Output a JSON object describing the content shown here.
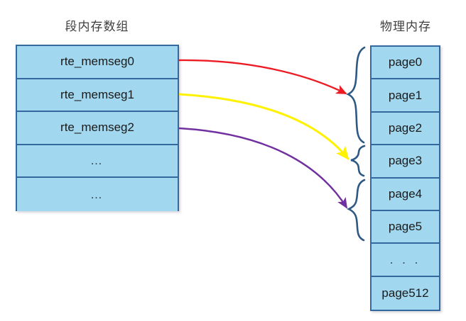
{
  "diagram": {
    "left_title": "段内存数组",
    "right_title": "物理内存",
    "seg_table": {
      "name": "segment-memory-array",
      "rows": [
        {
          "label": "rte_memseg0"
        },
        {
          "label": "rte_memseg1"
        },
        {
          "label": "rte_memseg2"
        },
        {
          "label": "…"
        },
        {
          "label": "…"
        }
      ]
    },
    "page_table": {
      "name": "physical-memory-pages",
      "rows": [
        {
          "label": "page0"
        },
        {
          "label": "page1"
        },
        {
          "label": "page2"
        },
        {
          "label": "page3"
        },
        {
          "label": "page4"
        },
        {
          "label": "page5"
        },
        {
          "label": ". . ."
        },
        {
          "label": "page512"
        }
      ]
    },
    "connectors": [
      {
        "id": "memseg0-to-pages",
        "color": "#ED1C24",
        "from": "rte_memseg0",
        "to": "page0-page2"
      },
      {
        "id": "memseg1-to-pages",
        "color": "#FFF200",
        "from": "rte_memseg1",
        "to": "page3"
      },
      {
        "id": "memseg2-to-pages",
        "color": "#7030A0",
        "from": "rte_memseg2",
        "to": "page4-page5"
      }
    ],
    "braces": [
      {
        "id": "brace-page0-page2",
        "spans": [
          "page0",
          "page1",
          "page2"
        ]
      },
      {
        "id": "brace-page3",
        "spans": [
          "page3"
        ]
      },
      {
        "id": "brace-page4-page5",
        "spans": [
          "page4",
          "page5"
        ]
      }
    ],
    "colors": {
      "box_fill": "#A2D8EF",
      "box_border": "#33699E",
      "brace": "#2E5984",
      "text": "#1a1a1a",
      "title_text": "#404040",
      "background": "#FFFFFF"
    }
  }
}
